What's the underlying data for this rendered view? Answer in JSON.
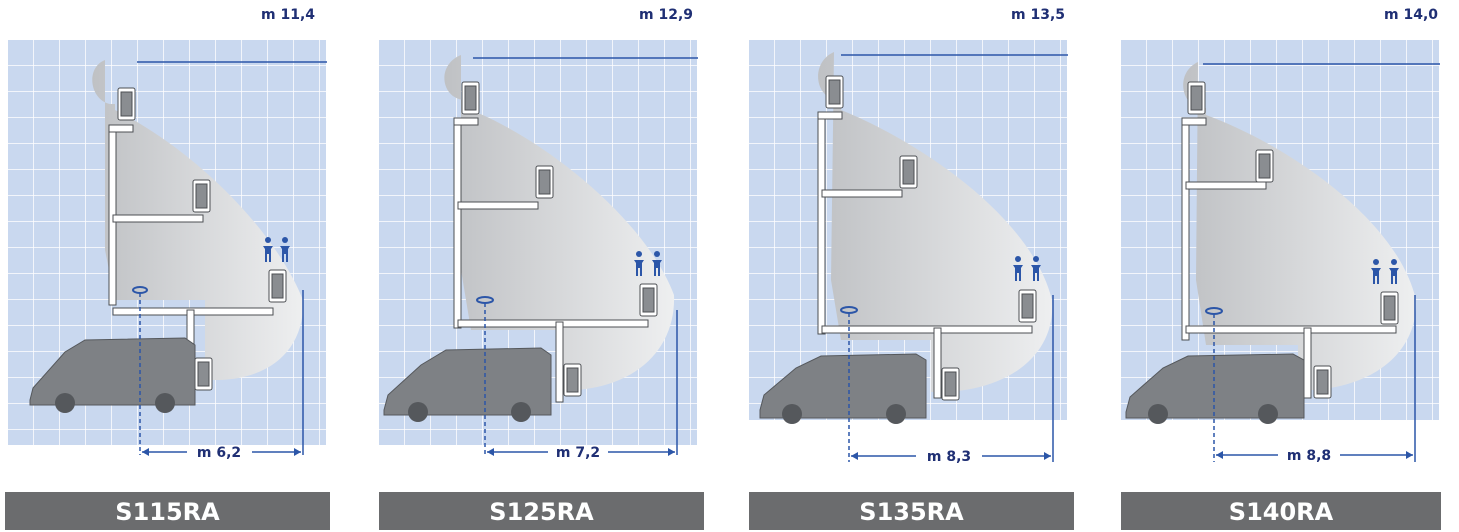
{
  "colors": {
    "grid_bg": "#c9d8ef",
    "grid_line": "#ffffff",
    "dim_line": "#2c56a8",
    "label": "#1f2f74",
    "machine": "#7e8185",
    "envelope": "#e7e8ea",
    "model_bar": "#6b6c6e"
  },
  "icons": {
    "people": "workers-icon",
    "rotation": "rotation-icon"
  },
  "models": [
    {
      "name": "S115RA",
      "height": "m 11,4",
      "reach": "m 6,2"
    },
    {
      "name": "S125RA",
      "height": "m 12,9",
      "reach": "m 7,2"
    },
    {
      "name": "S135RA",
      "height": "m 13,5",
      "reach": "m 8,3"
    },
    {
      "name": "S140RA",
      "height": "m 14,0",
      "reach": "m 8,8"
    }
  ]
}
